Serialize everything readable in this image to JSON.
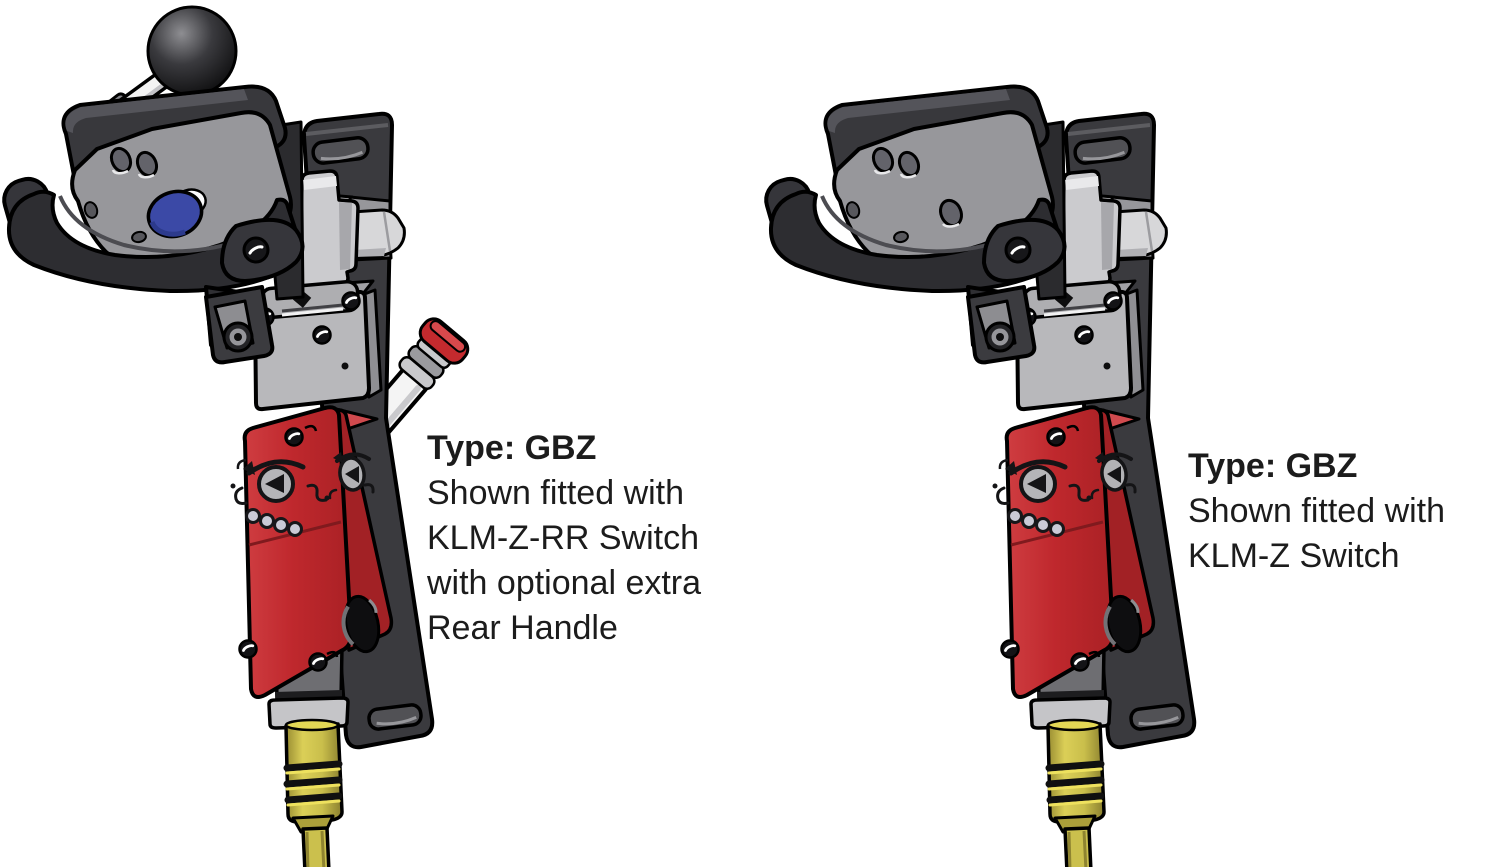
{
  "page": {
    "background": "#ffffff"
  },
  "figures": [
    {
      "id": "gbz-with-klm-z-rr",
      "caption": {
        "line1": "Type: GBZ",
        "line2": "Shown fitted with",
        "line3": "KLM-Z-RR Switch",
        "line4": "with optional extra",
        "line5": "Rear Handle"
      },
      "features": {
        "ball_lever": true,
        "blue_button": true,
        "rear_handle": true
      }
    },
    {
      "id": "gbz-with-klm-z",
      "caption": {
        "line1": "Type: GBZ",
        "line2": "Shown fitted with",
        "line3": "KLM-Z Switch"
      },
      "features": {
        "ball_lever": false,
        "blue_button": false,
        "rear_handle": false
      }
    }
  ],
  "illustration": {
    "parts": [
      "ball-lever",
      "interlock-handle-assembly",
      "release-button",
      "mounting-bracket",
      "latch-assembly",
      "switch-head",
      "switch-body",
      "status-leds",
      "side-plug",
      "cable-gland",
      "yellow-cable",
      "rear-handle"
    ],
    "colors": {
      "body_red": "#bf282d",
      "body_red_shade": "#a22125",
      "chassis_dark": "#38383c",
      "plate_gray": "#97979b",
      "metal_gray": "#b8b8bb",
      "light_gray": "#cbcbce",
      "button_blue": "#3b49a6",
      "cable_yellow": "#cbc04d",
      "led": "#cacad6",
      "text": "#1c1c1c"
    }
  }
}
